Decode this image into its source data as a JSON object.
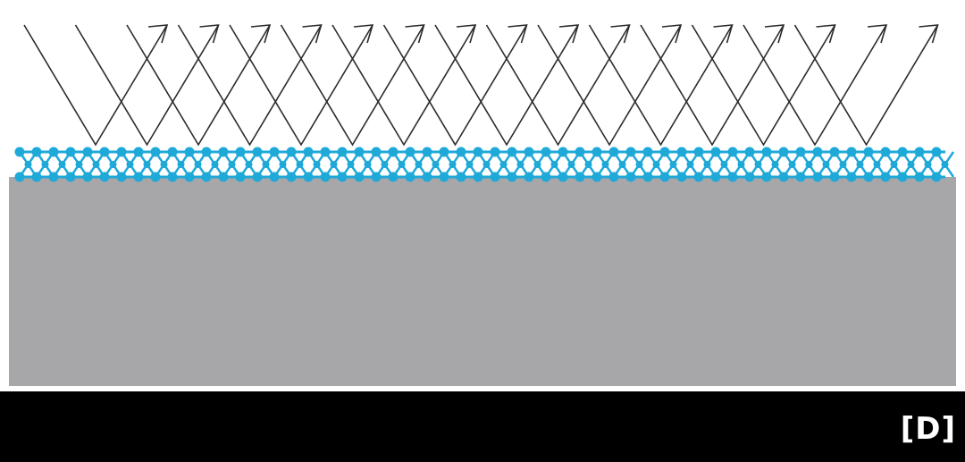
{
  "figure": {
    "panel_label": "[D]"
  },
  "colors": {
    "background": "#ffffff",
    "substrate": "#a7a7aa",
    "film": "#1ea9d8",
    "rays": "#2b2b2b",
    "label_bar": "#000000",
    "label_text": "#ffffff"
  },
  "icons": {
    "ray": "reflected-ray-arrow",
    "film": "hexagonal-lattice"
  }
}
